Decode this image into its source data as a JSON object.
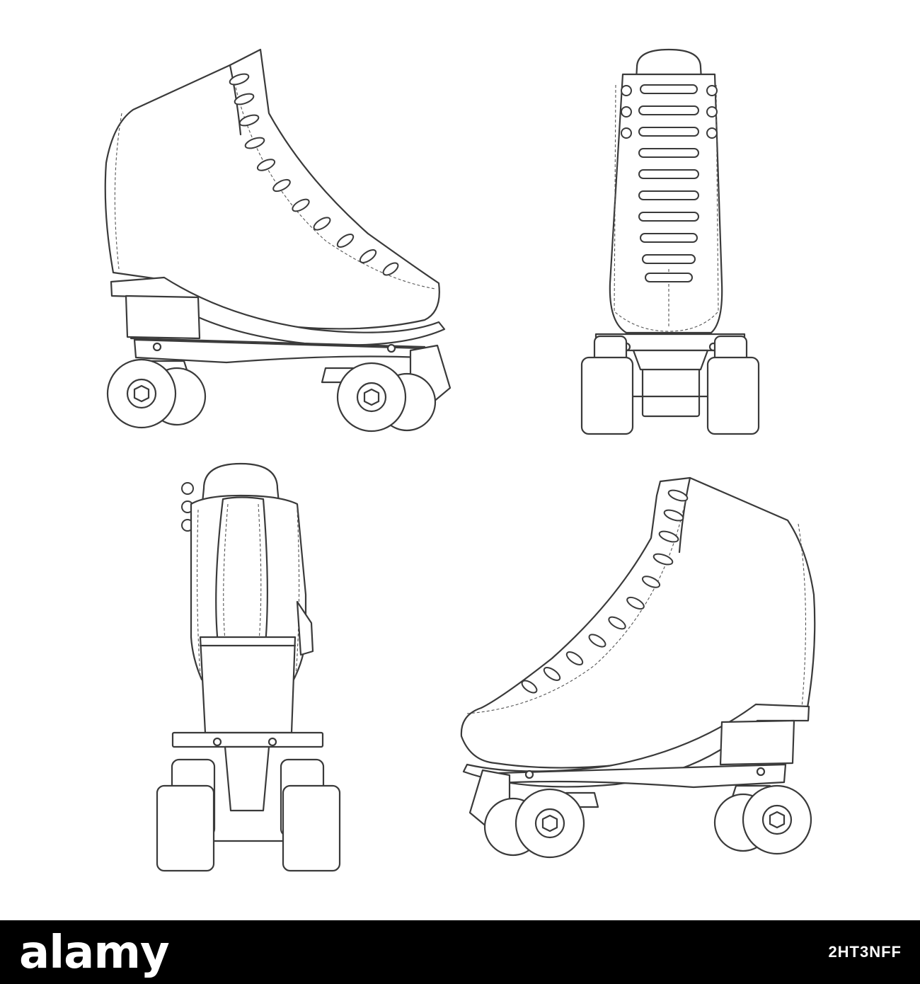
{
  "footer": {
    "logo_text": "alamy",
    "image_id": "2HT3NFF",
    "background_color": "#000000",
    "text_color": "#ffffff"
  },
  "illustration": {
    "line_color": "#3a3a3a",
    "background_color": "#ffffff",
    "views": [
      "side-view-left",
      "front-view",
      "back-view",
      "side-view-right"
    ]
  }
}
